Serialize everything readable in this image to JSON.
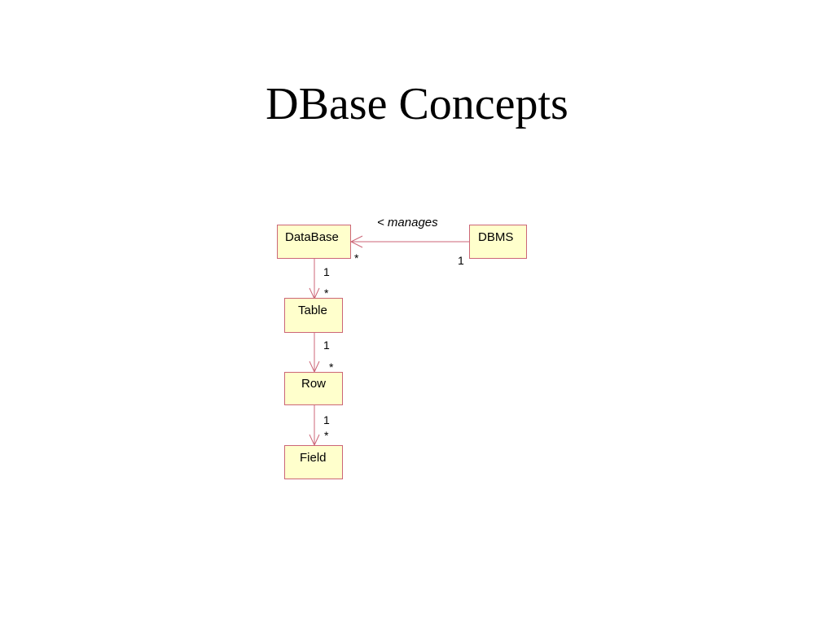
{
  "slide": {
    "title": "DBase Concepts"
  },
  "diagram": {
    "classes": {
      "database": "DataBase",
      "dbms": "DBMS",
      "table": "Table",
      "row": "Row",
      "field": "Field"
    },
    "associations": {
      "manages": {
        "name": "< manages",
        "database_end": "*",
        "dbms_end": "1"
      },
      "database_table": {
        "source_end": "1",
        "target_end": "*"
      },
      "table_row": {
        "source_end": "1",
        "target_end": "*"
      },
      "row_field": {
        "source_end": "1",
        "target_end": "*"
      }
    },
    "colors": {
      "class_fill": "#ffffcc",
      "class_border": "#cc6677",
      "line": "#cc6677"
    }
  }
}
